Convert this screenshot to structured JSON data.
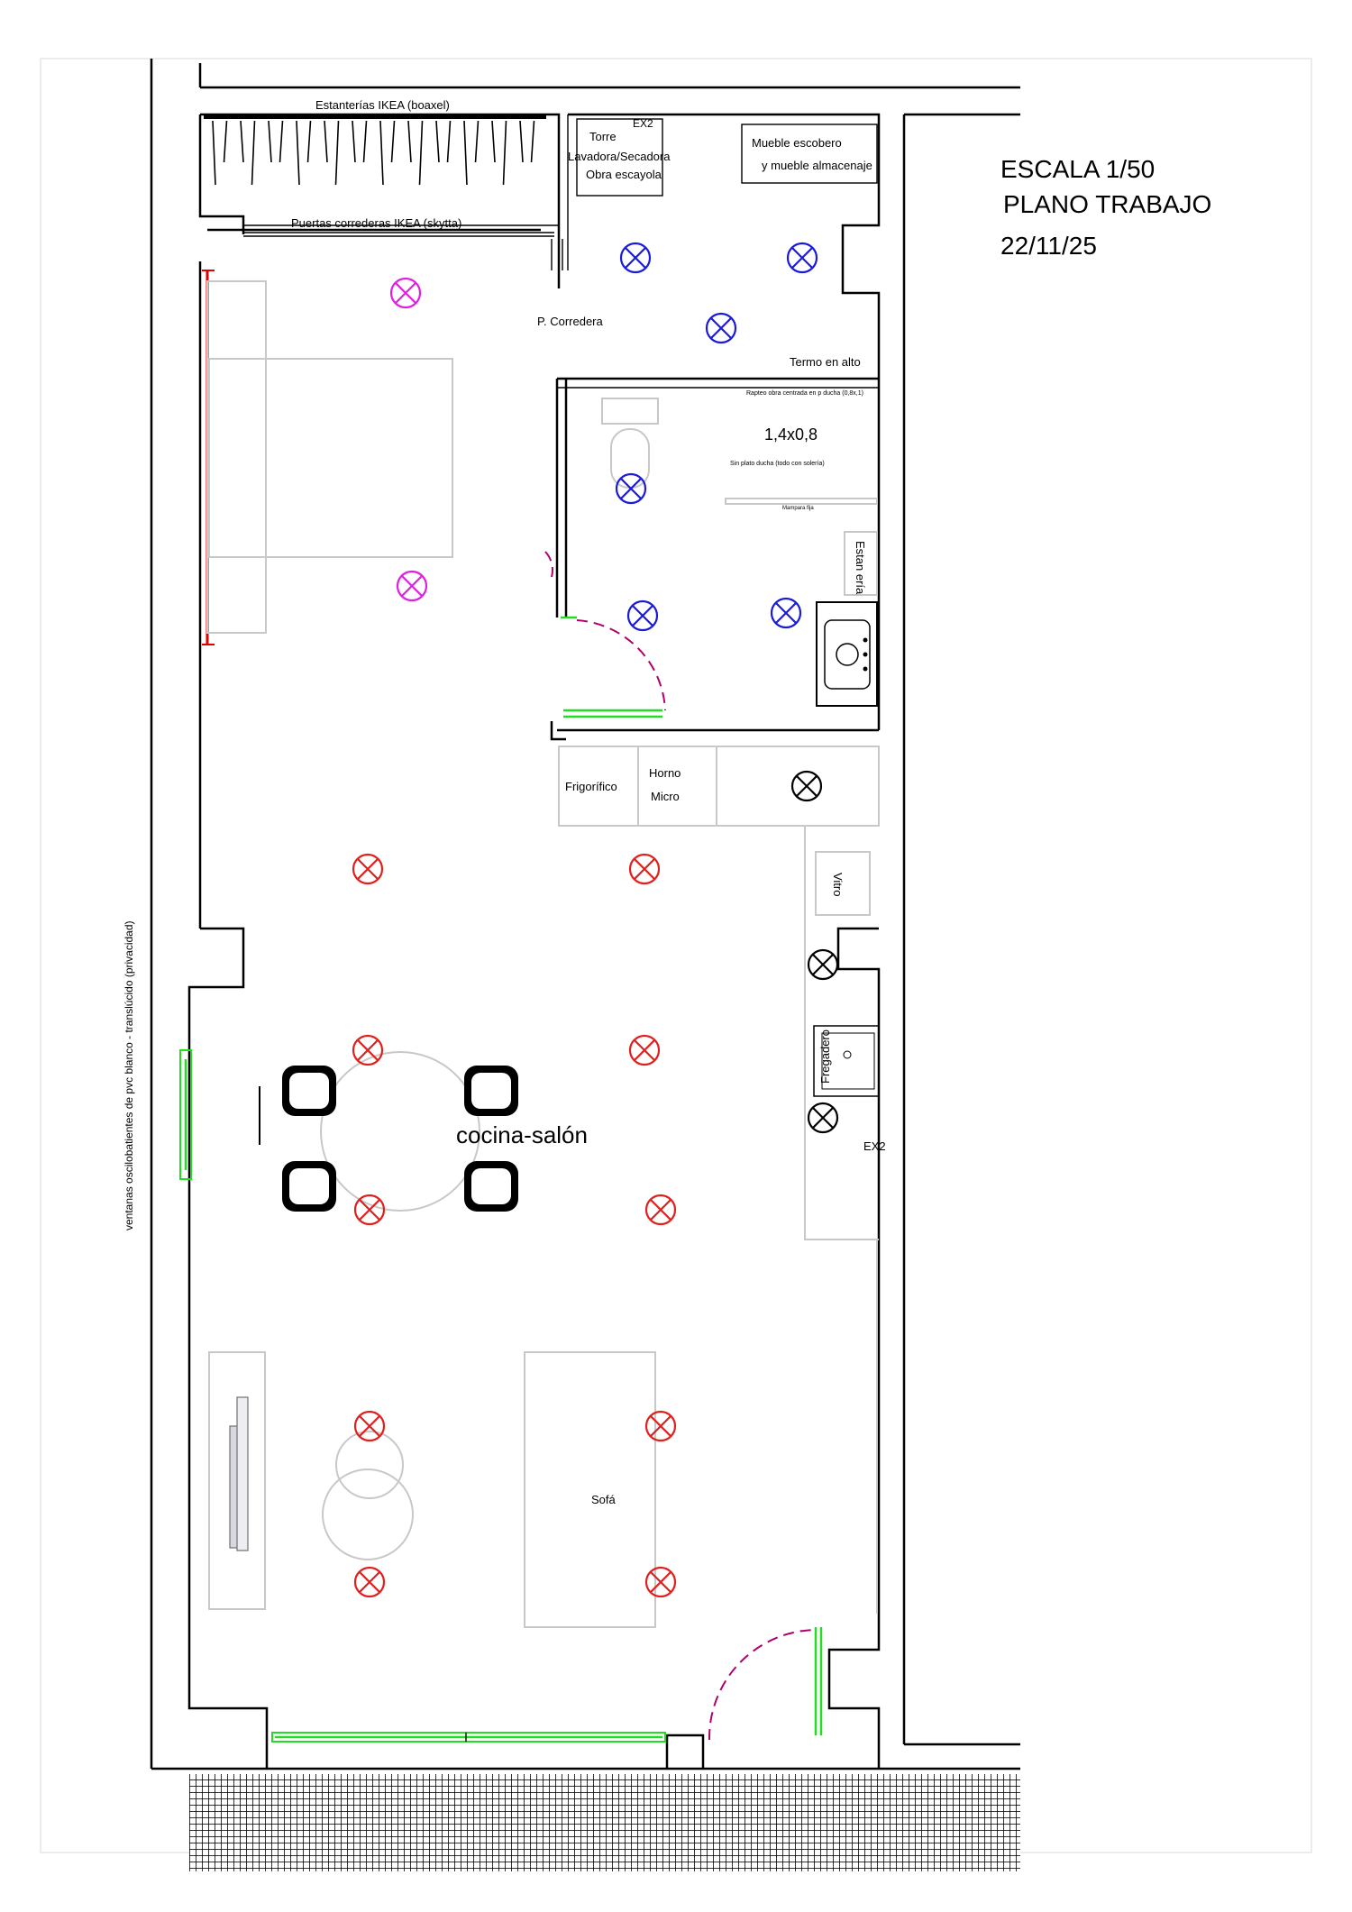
{
  "title_block": {
    "scale": "ESCALA 1/50",
    "plan_type": "PLANO TRABAJO",
    "date": "22/11/25"
  },
  "labels": {
    "shelving": "Estanterías IKEA (boaxel)",
    "sliding_doors": "Puertas correderas IKEA (skytta)",
    "exhaust_top": "EX2",
    "tower_line1": "Torre",
    "tower_line2": "Lavadora/Secadora",
    "tower_line3": "Obra escayola",
    "cabinet_line1": "Mueble escobero",
    "cabinet_line2": "y mueble almacenaje",
    "sliding_door": "P. Corredera",
    "water_heater": "Termo en alto",
    "shower_note": "Rapteo obra centrada en p ducha (0,8x,1)",
    "shower_size": "1,4x0,8",
    "shower_tray": "Sin plato ducha (todo con solería)",
    "screen": "Mampara fija",
    "shelf_bath": "Estan ería",
    "fridge": "Frigorífico",
    "oven": "Horno",
    "micro": "Micro",
    "hob": "Vitro",
    "sink": "Fregadero",
    "exhaust_kitchen": "EX2",
    "room_name": "cocina-salón",
    "sofa": "Sofá",
    "windows_note": "ventanas oscilobatientes de pvc blanco - translúcido (privacidad)"
  },
  "colors": {
    "wall": "#000000",
    "furniture": "#c8c8c8",
    "window": "#22dd22",
    "light_red": "#e0201c",
    "light_blue": "#1a1adc",
    "light_magenta": "#e020e0",
    "light_black": "#000000",
    "door_swing": "#b0006e",
    "wall_red": "#e00000"
  },
  "light_points": [
    {
      "room": "dormitorio",
      "color": "magenta"
    },
    {
      "room": "dormitorio",
      "color": "magenta"
    },
    {
      "room": "lavadero",
      "color": "blue"
    },
    {
      "room": "lavadero",
      "color": "blue"
    },
    {
      "room": "lavadero",
      "color": "blue"
    },
    {
      "room": "baño",
      "color": "blue"
    },
    {
      "room": "baño",
      "color": "blue"
    },
    {
      "room": "baño",
      "color": "blue"
    },
    {
      "room": "cocina",
      "color": "black"
    },
    {
      "room": "cocina",
      "color": "black"
    },
    {
      "room": "cocina",
      "color": "black"
    },
    {
      "room": "cocina-salón",
      "color": "red"
    },
    {
      "room": "cocina-salón",
      "color": "red"
    },
    {
      "room": "cocina-salón",
      "color": "red"
    },
    {
      "room": "cocina-salón",
      "color": "red"
    },
    {
      "room": "cocina-salón",
      "color": "red"
    },
    {
      "room": "cocina-salón",
      "color": "red"
    },
    {
      "room": "cocina-salón",
      "color": "red"
    },
    {
      "room": "cocina-salón",
      "color": "red"
    },
    {
      "room": "cocina-salón",
      "color": "red"
    },
    {
      "room": "cocina-salón",
      "color": "red"
    }
  ]
}
